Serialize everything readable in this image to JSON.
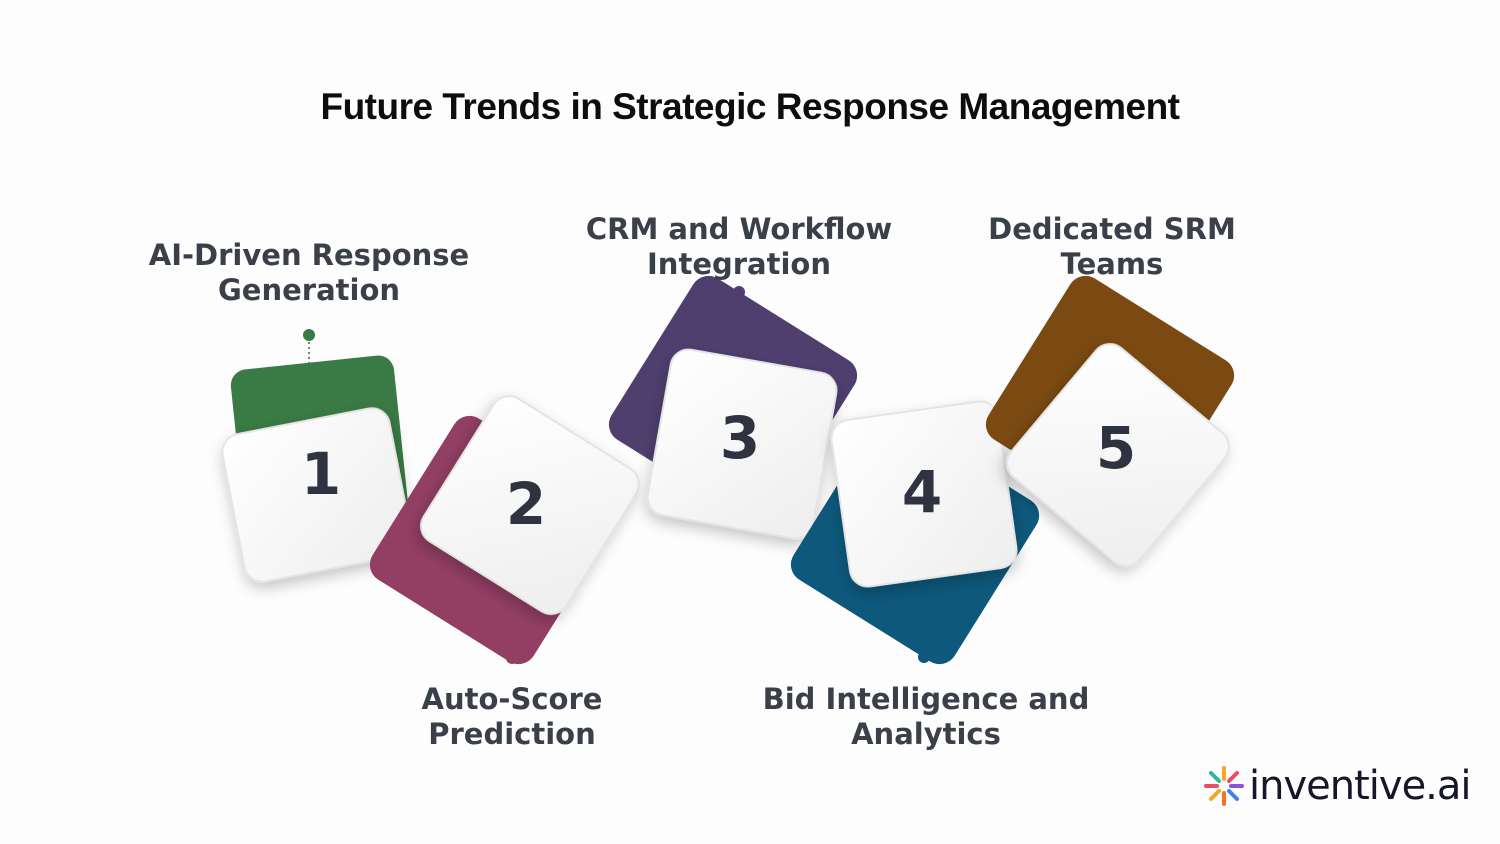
{
  "title": "Future Trends in Strategic Response Management",
  "steps": [
    {
      "number": "1",
      "label": "AI-Driven Response Generation",
      "color": "#3a7a44"
    },
    {
      "number": "2",
      "label": "Auto-Score Prediction",
      "color": "#923f63"
    },
    {
      "number": "3",
      "label": "CRM and Workflow Integration",
      "color": "#4e3f6e"
    },
    {
      "number": "4",
      "label": "Bid Intelligence and Analytics",
      "color": "#0d587b"
    },
    {
      "number": "5",
      "label": "Dedicated SRM Teams",
      "color": "#7b4a12"
    }
  ],
  "logo": {
    "text": "inventive.ai",
    "icon": "sparkle-burst-icon"
  }
}
